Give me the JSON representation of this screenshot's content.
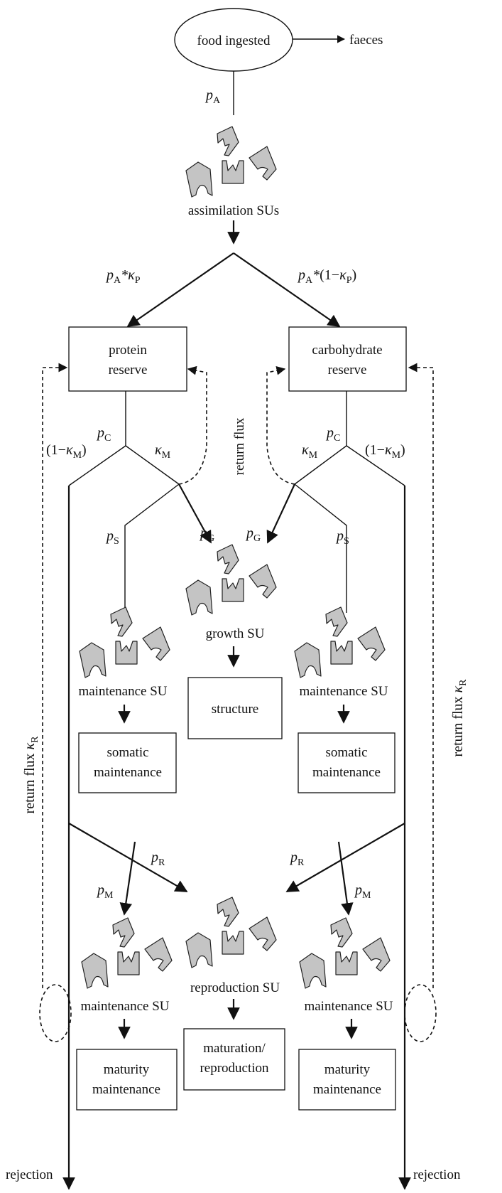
{
  "nodes": {
    "food_ingested": "food ingested",
    "faeces": "faeces",
    "assimilation_sus": "assimilation SUs",
    "protein_reserve_1": "protein",
    "protein_reserve_2": "reserve",
    "carbohydrate_reserve_1": "carbohydrate",
    "carbohydrate_reserve_2": "reserve",
    "growth_su": "growth SU",
    "structure": "structure",
    "maintenance_su": "maintenance SU",
    "somatic_maintenance_1": "somatic",
    "somatic_maintenance_2": "maintenance",
    "reproduction_su": "reproduction SU",
    "maturation_1": "maturation/",
    "maturation_2": "reproduction",
    "maturity_maintenance_1": "maturity",
    "maturity_maintenance_2": "maintenance",
    "rejection": "rejection"
  },
  "fluxes": {
    "p": "p",
    "sub_A": "A",
    "sub_C": "C",
    "sub_S": "S",
    "sub_G": "G",
    "sub_R": "R",
    "sub_M": "M",
    "sub_P": "P",
    "kappa": "κ",
    "star": "*",
    "one_minus_open": "(1−",
    "close_paren": ")",
    "return_flux": "return flux"
  }
}
